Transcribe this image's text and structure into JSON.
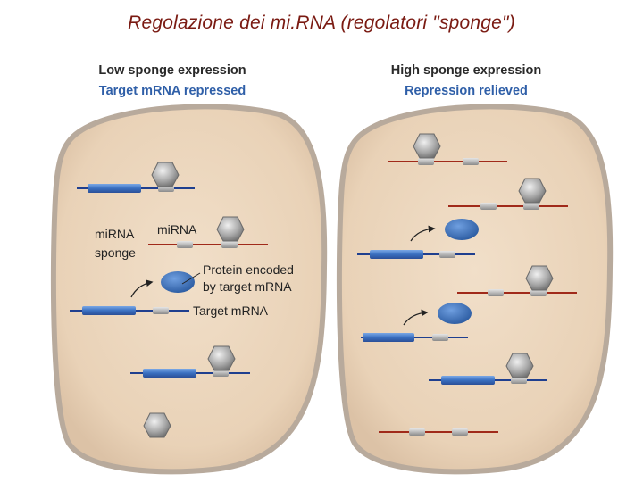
{
  "title": "Regolazione dei mi.RNA (regolatori \"sponge\")",
  "left_panel": {
    "heading_line1": "Low sponge expression",
    "heading_line2": "Target mRNA repressed",
    "labels": {
      "mirna_sponge_line1": "miRNA",
      "mirna_sponge_line2": "sponge",
      "mirna": "miRNA",
      "protein_line1": "Protein encoded",
      "protein_line2": "by target mRNA",
      "target_mrna": "Target mRNA"
    }
  },
  "right_panel": {
    "heading_line1": "High sponge expression",
    "heading_line2": "Repression relieved"
  },
  "colors": {
    "title": "#7a1a12",
    "heading_black": "#2a2a2a",
    "heading_blue": "#2f5fa8",
    "cell_fill": "#ecd6bd",
    "cell_border": "#b8aa9c",
    "sponge_line": "#a02a1a",
    "target_line": "#1f3f8f",
    "protein": "#3f75bd",
    "mirna_gray": "#9a9a9a"
  }
}
